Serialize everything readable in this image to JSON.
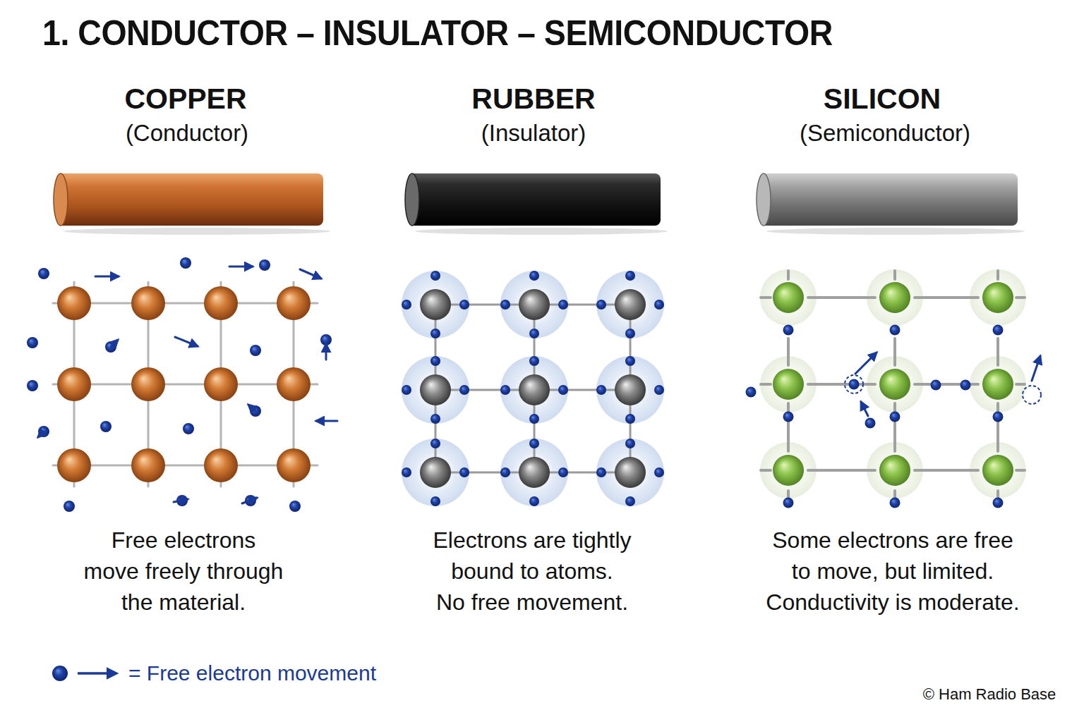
{
  "diagram": {
    "title": "1. CONDUCTOR – INSULATOR – SEMICONDUCTOR",
    "labels": [
      "COPPER",
      "(Conductor)",
      "RUBBER",
      "(Insulator)",
      "SILICON",
      "(Semiconductor)",
      "Free electrons move freely through the material.",
      "Electrons are tightly bound to atoms. No free movement.",
      "Some electrons are free to move, but limited. Conductivity is moderate.",
      "© Ham Radio Base"
    ],
    "legend": [
      {
        "text": "= Free electron movement"
      }
    ]
  }
}
